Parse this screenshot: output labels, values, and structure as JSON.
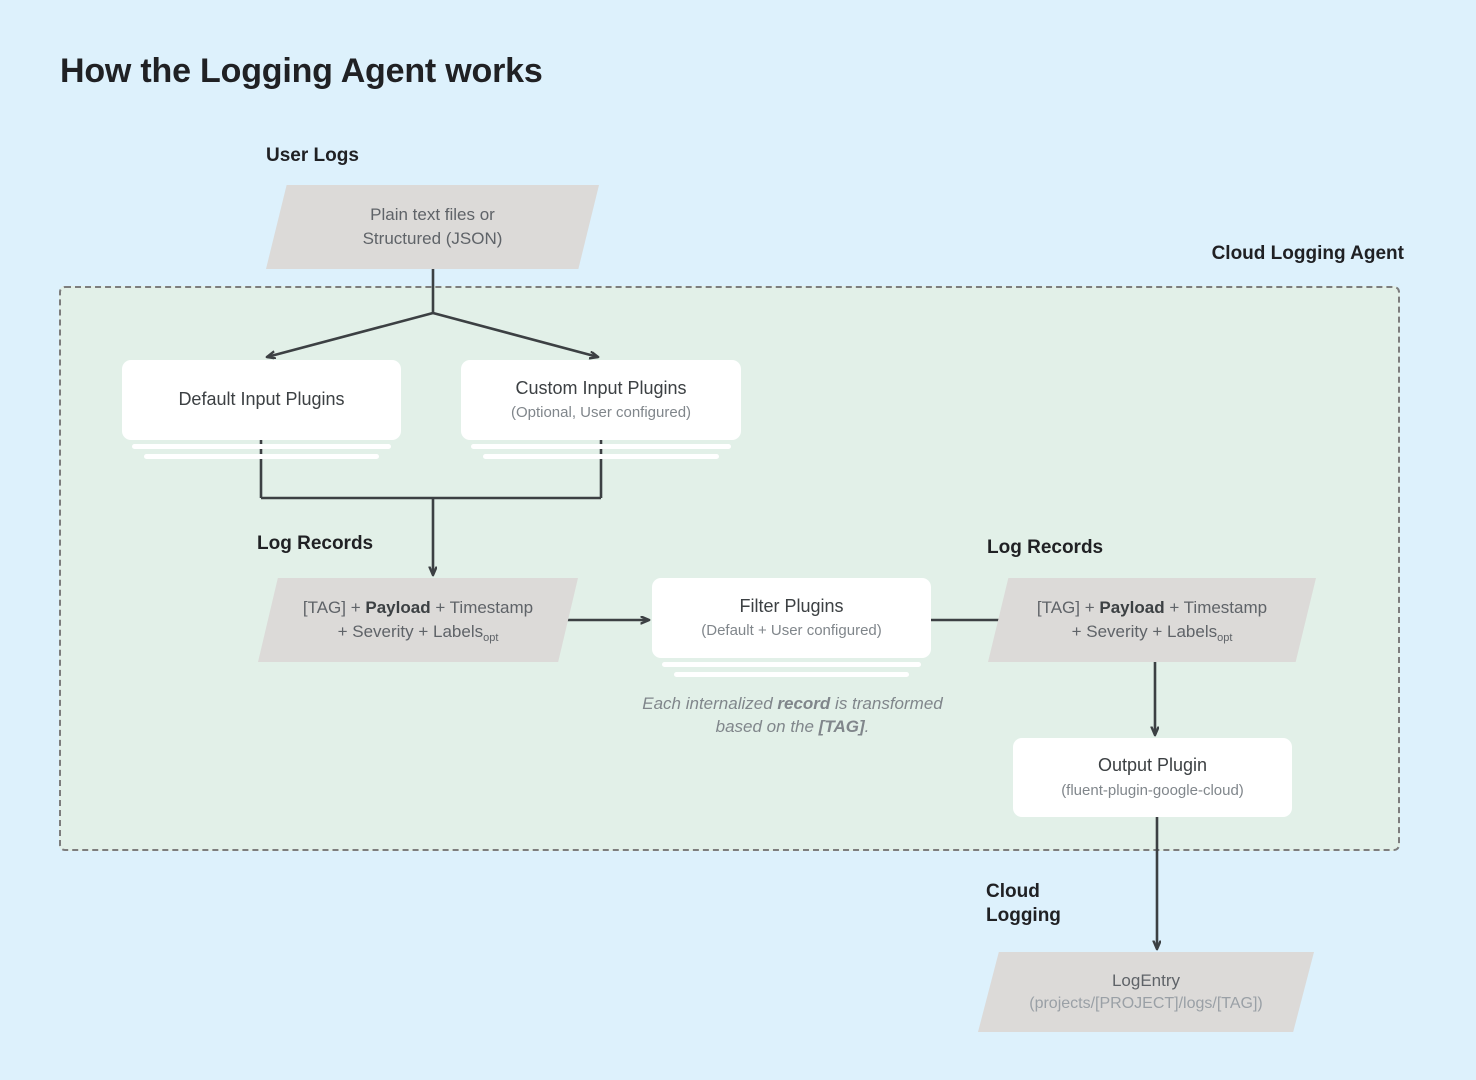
{
  "page": {
    "title": "How the Logging Agent works",
    "background_color": "#ddf1fc"
  },
  "labels": {
    "user_logs": "User Logs",
    "cloud_logging_agent": "Cloud Logging Agent",
    "log_records_left": "Log Records",
    "log_records_right": "Log Records",
    "cloud_logging": "Cloud\nLogging",
    "cloud_logging_line1": "Cloud",
    "cloud_logging_line2": "Logging"
  },
  "colors": {
    "page_background": "#ddf1fc",
    "agent_container_fill": "#e2f0e8",
    "agent_container_border": "#7d7d7d",
    "parallelogram_fill": "#dcdad8",
    "card_fill": "#ffffff",
    "connector": "#3c4043",
    "heading_text": "#202124",
    "body_text": "#5f6368",
    "muted_text": "#80868b"
  },
  "nodes": {
    "user_logs_source": {
      "shape": "parallelogram",
      "line1": "Plain text files or",
      "line2": "Structured (JSON)"
    },
    "default_input_plugins": {
      "shape": "card-stack",
      "title": "Default Input Plugins",
      "subtitle": ""
    },
    "custom_input_plugins": {
      "shape": "card-stack",
      "title": "Custom Input Plugins",
      "subtitle": "(Optional, User configured)"
    },
    "log_records_left": {
      "shape": "parallelogram",
      "part_tag": "[TAG] + ",
      "part_payload": "Payload",
      "part_rest1": " + Timestamp",
      "part_rest2": "+ Severity + Labels",
      "part_sub": "opt"
    },
    "filter_plugins": {
      "shape": "card-stack",
      "title": "Filter Plugins",
      "subtitle": "(Default + User configured)"
    },
    "log_records_right": {
      "shape": "parallelogram",
      "part_tag": "[TAG] + ",
      "part_payload": "Payload",
      "part_rest1": " + Timestamp",
      "part_rest2": "+ Severity + Labels",
      "part_sub": "opt"
    },
    "output_plugin": {
      "shape": "card",
      "title": "Output Plugin",
      "subtitle": "(fluent-plugin-google-cloud)"
    },
    "log_entry": {
      "shape": "parallelogram",
      "title": "LogEntry",
      "subtitle": "(projects/[PROJECT]/logs/[TAG])"
    }
  },
  "caption": {
    "text_part1": "Each internalized ",
    "text_bold1": "record",
    "text_part2": " is transformed based on the ",
    "text_bold2": "[TAG]",
    "text_part3": "."
  }
}
